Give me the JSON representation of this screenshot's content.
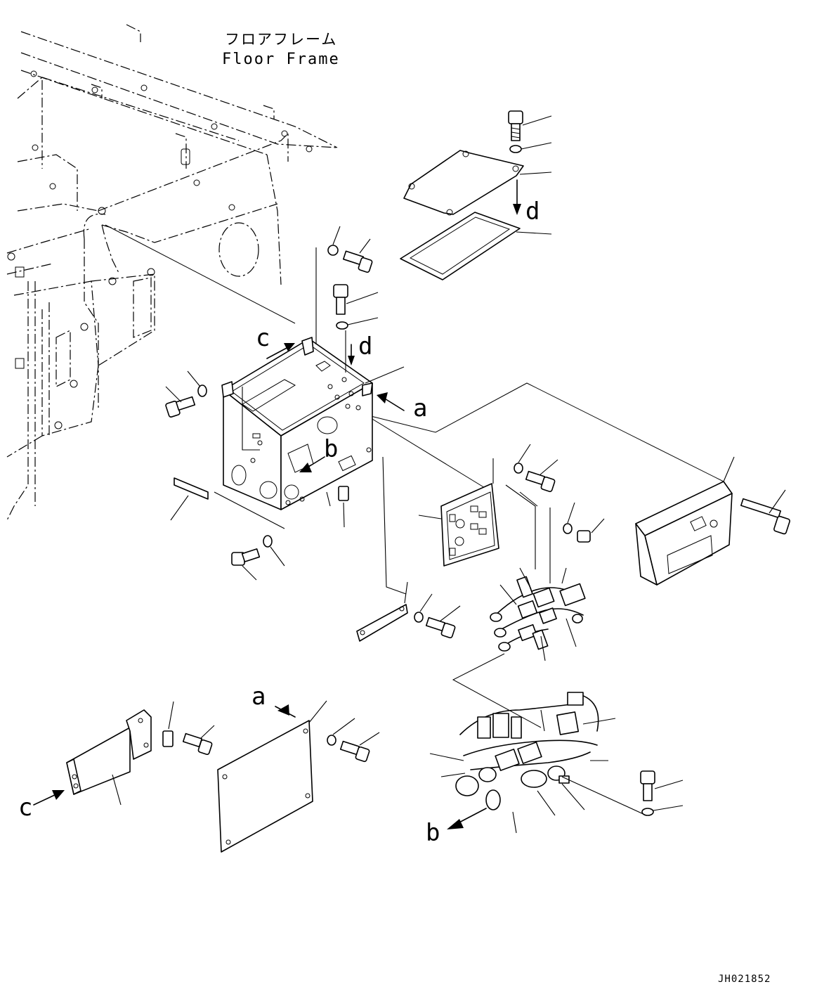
{
  "title_jp": "フロアフレーム",
  "title_en": "Floor Frame",
  "drawing_code": "JH021852",
  "view_labels": {
    "a_box": "a",
    "a_cover": "a",
    "b_box": "b",
    "b_harness": "b",
    "c_box": "c",
    "c_bracket": "c",
    "d_box": "d",
    "d_lid": "d"
  }
}
